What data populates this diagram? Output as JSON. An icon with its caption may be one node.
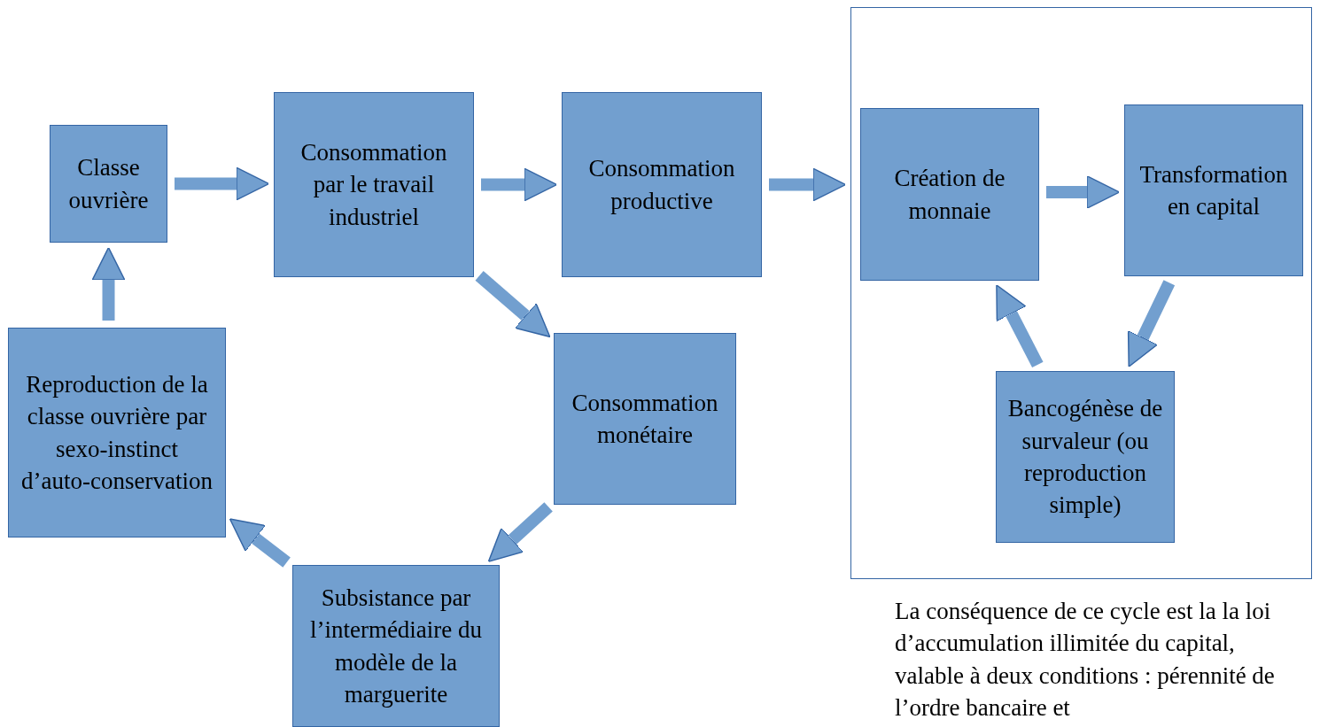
{
  "diagram": {
    "nodes": [
      {
        "text": [
          "Classe ouvrière"
        ]
      },
      {
        "text": [
          "Consommation par le travail industriel"
        ]
      },
      {
        "text": [
          "Consommation productive"
        ]
      },
      {
        "text": [],
        "shape": "box"
      },
      {
        "text": [
          "Création de monnaie"
        ],
        "in": 3
      },
      {
        "text": [
          "Transformation en capital"
        ],
        "in": 3
      },
      {
        "text": [
          "Bancogénèse de survaleur (ou reproduction simple)"
        ],
        "in": 3
      },
      {
        "text": [
          "Consommation monétaire"
        ]
      },
      {
        "text": [
          "Subsistance par l’intermédiaire du modèle de la marguerite"
        ]
      },
      {
        "text": [
          "Reproduction de la classe ouvrière par sexo-instinct d’auto-conservation"
        ]
      }
    ],
    "edges": [
      {
        "from": 0,
        "to": 1,
        "arrow": "to"
      },
      {
        "from": 1,
        "to": 2,
        "arrow": "to"
      },
      {
        "from": 2,
        "to": 3,
        "arrow": "to"
      },
      {
        "from": 4,
        "to": 5,
        "arrow": "to"
      },
      {
        "from": 5,
        "to": 6,
        "arrow": "to"
      },
      {
        "from": 6,
        "to": 4,
        "arrow": "to"
      },
      {
        "from": 1,
        "to": 7,
        "arrow": "to"
      },
      {
        "from": 7,
        "to": 8,
        "arrow": "to"
      },
      {
        "from": 8,
        "to": 9,
        "arrow": "to"
      },
      {
        "from": 9,
        "to": 0,
        "arrow": "to"
      }
    ],
    "labels": [
      "La conséquence de ce cycle est la la loi d’accumulation illimitée du capital, valable à deux conditions : pérennité de l’ordre bancaire et"
    ]
  }
}
